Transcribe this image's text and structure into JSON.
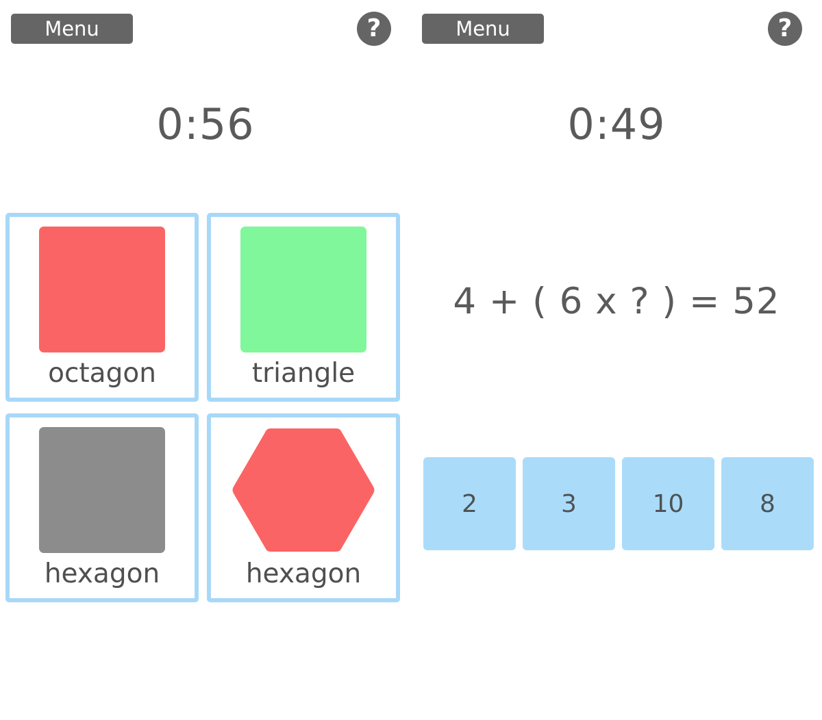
{
  "colors": {
    "card_border": "#a8d8f8",
    "answer_fill": "#aadcfa",
    "red": "#fb6464",
    "green": "#7ff79a",
    "gray": "#8c8c8c",
    "text_gray": "#5a5a5a",
    "button_gray": "#656565"
  },
  "panels": [
    {
      "id": "shapes-panel",
      "topbar": {
        "menu_label": "Menu",
        "help_label": "?"
      },
      "timer": "0:56",
      "cards": [
        {
          "label": "octagon",
          "shape": "square",
          "color": "#fb6464"
        },
        {
          "label": "triangle",
          "shape": "square",
          "color": "#7ff79a"
        },
        {
          "label": "hexagon",
          "shape": "square",
          "color": "#8c8c8c"
        },
        {
          "label": "hexagon",
          "shape": "hexagon",
          "color": "#fb6464"
        }
      ]
    },
    {
      "id": "math-panel",
      "topbar": {
        "menu_label": "Menu",
        "help_label": "?"
      },
      "timer": "0:49",
      "equation": "4 + ( 6 x ? ) = 52",
      "answers": [
        "2",
        "3",
        "10",
        "8"
      ]
    }
  ]
}
